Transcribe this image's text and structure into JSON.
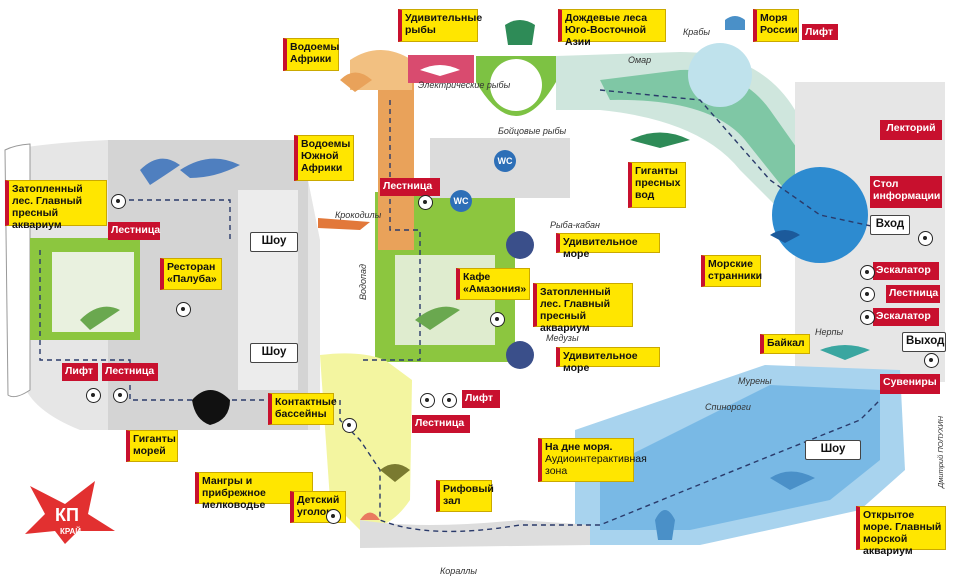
{
  "labels": {
    "amazing_fish": "Удивительные рыбы",
    "rain_forests": "Дождевые леса Юго-Восточной Азии",
    "seas_russia": "Моря России",
    "lift_top": "Лифт",
    "africa_waters": "Водоемы Африки",
    "south_africa_waters": "Водоемы Южной Африки",
    "lecture_hall": "Лекторий",
    "info_desk": "Стол информации",
    "entrance": "Вход",
    "flooded_forest_left": "Затопленный лес. Главный пресный аквариум",
    "stairs_left": "Лестница",
    "show_top": "Шоу",
    "stairs_mid": "Лестница",
    "freshwater_giants": "Гиганты пресных вод",
    "amazing_sea_1": "Удивительное море",
    "restaurant": "Ресторан «Палуба»",
    "sea_wanderers": "Морские странники",
    "escalator_1": "Эскалатор",
    "stairs_right": "Лестница",
    "escalator_2": "Эскалатор",
    "cafe": "Кафе «Амазония»",
    "flooded_forest_mid": "Затопленный лес. Главный пресный аквариум",
    "exit": "Выход",
    "show_mid": "Шоу",
    "baikal": "Байкал",
    "amazing_sea_2": "Удивительное море",
    "lift_left": "Лифт",
    "stairs_left2": "Лестница",
    "souvenirs": "Сувениры",
    "lift_bottom": "Лифт",
    "contact_pools": "Контактные бассейны",
    "stairs_bottom": "Лестница",
    "sea_giants": "Гиганты морей",
    "sea_bottom": "На дне моря.",
    "sea_bottom_sub": "Аудиоинтерактивная зона",
    "show_bottom": "Шоу",
    "mangroves": "Мангры и прибрежное мелководье",
    "reef_hall": "Рифовый зал",
    "kids_corner": "Детский уголок",
    "open_sea": "Открытое море. Главный морской аквариум"
  },
  "captions": {
    "electric_fish": "Электрические рыбы",
    "fighting_fish": "Бойцовые рыбы",
    "crabs": "Крабы",
    "omar": "Омар",
    "crocodiles": "Крокодилы",
    "pufferfish": "Рыба-кабан",
    "waterfall": "Водопад",
    "jellyfish": "Медузы",
    "seals": "Нерпы",
    "morays": "Мурены",
    "spinorogi": "Спинороги",
    "corals": "Кораллы",
    "author": "Дмитрий ПОЛУХИН"
  },
  "wc": "WC",
  "logo": {
    "main": "КП",
    "sub": "КРАЙ"
  },
  "colors": {
    "yellow": "#ffe600",
    "red": "#c8102e",
    "blue": "#2d6fb7",
    "green": "#7dc243",
    "orange": "#e9a25a",
    "teal": "#7fc7a5"
  }
}
